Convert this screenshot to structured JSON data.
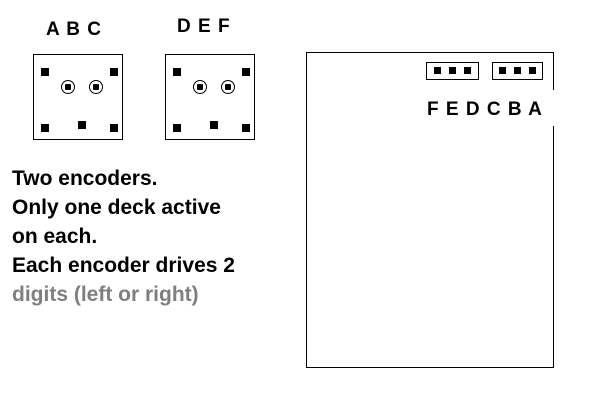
{
  "encoder_left": {
    "label": "A B C"
  },
  "encoder_right": {
    "label": "D E F"
  },
  "board": {
    "header_label": "F E D C B A"
  },
  "note": {
    "lines": [
      "Two encoders.",
      "Only one deck active",
      "on each.",
      "Each encoder drives 2",
      "digits (left or right)"
    ]
  }
}
